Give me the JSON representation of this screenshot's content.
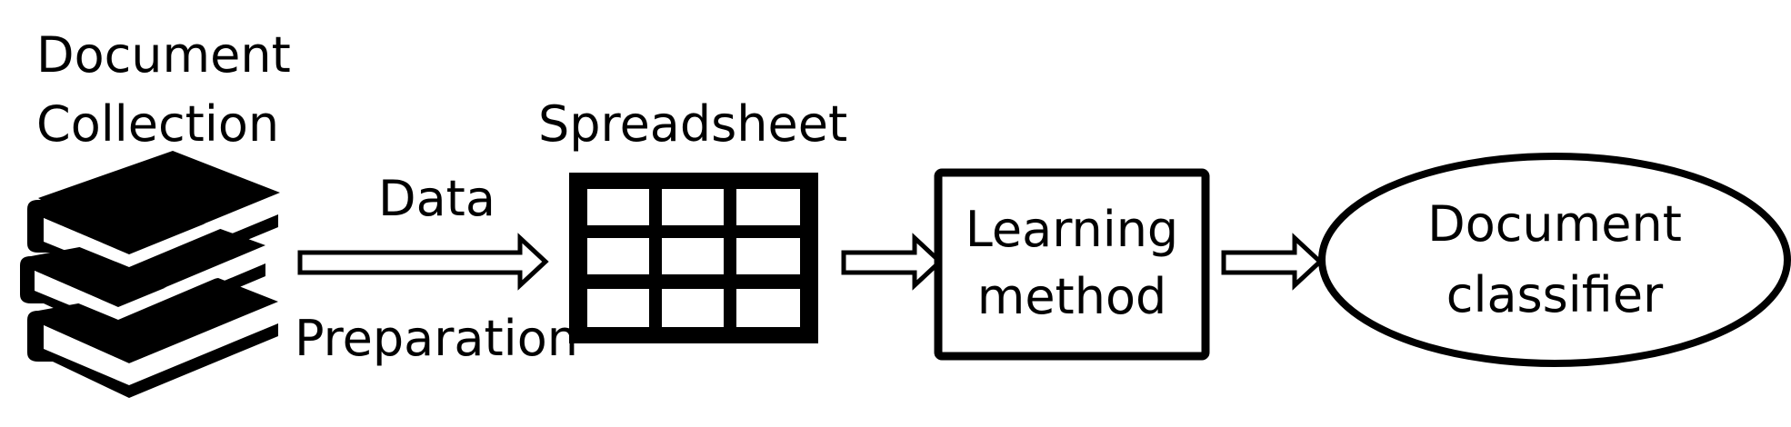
{
  "nodes": {
    "document_collection": {
      "line1": "Document",
      "line2": "Collection",
      "icon": "books-stack-icon"
    },
    "spreadsheet": {
      "label": "Spreadsheet",
      "icon": "table-grid-icon"
    },
    "learning_method": {
      "line1": "Learning",
      "line2": "method"
    },
    "document_classifier": {
      "line1": "Document",
      "line2": "classifier"
    }
  },
  "edges": {
    "data_preparation": {
      "label_top": "Data",
      "label_bottom": "Preparation"
    }
  },
  "colors": {
    "stroke": "#000000",
    "fill": "#ffffff"
  }
}
